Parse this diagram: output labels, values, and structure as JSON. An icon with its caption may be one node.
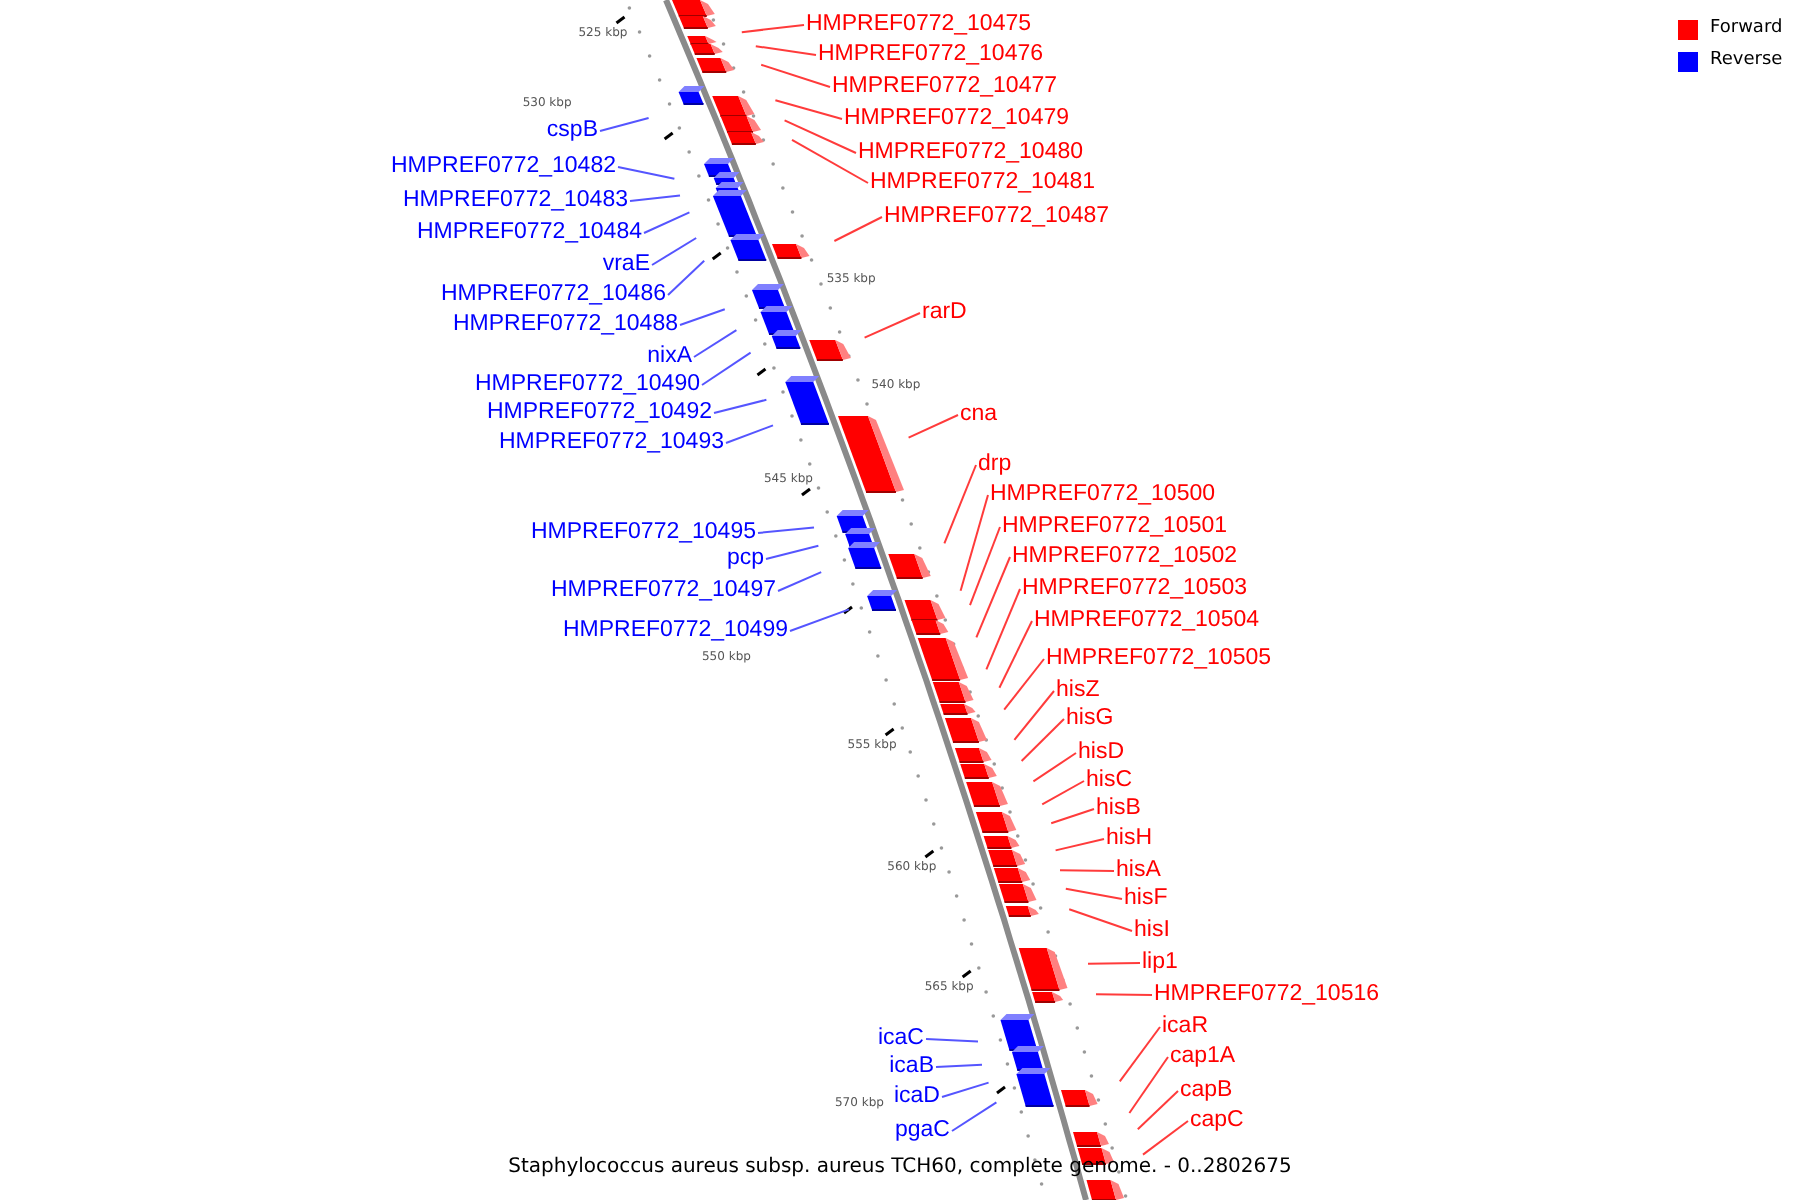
{
  "diagram": {
    "caption": "Staphylococcus aureus subsp. aureus TCH60, complete genome. - 0..2802675",
    "nodes": [
      {
        "text": [
          "HMPREF0772_10475"
        ]
      },
      {
        "text": [
          "HMPREF0772_10476"
        ]
      },
      {
        "text": [
          "HMPREF0772_10477"
        ]
      },
      {
        "text": [
          "HMPREF0772_10479"
        ]
      },
      {
        "text": [
          "HMPREF0772_10480"
        ]
      },
      {
        "text": [
          "HMPREF0772_10481"
        ]
      },
      {
        "text": [
          "HMPREF0772_10487"
        ]
      },
      {
        "text": [
          "rarD"
        ]
      },
      {
        "text": [
          "cna"
        ]
      },
      {
        "text": [
          "drp"
        ]
      },
      {
        "text": [
          "HMPREF0772_10500"
        ]
      },
      {
        "text": [
          "HMPREF0772_10501"
        ]
      },
      {
        "text": [
          "HMPREF0772_10502"
        ]
      },
      {
        "text": [
          "HMPREF0772_10503"
        ]
      },
      {
        "text": [
          "HMPREF0772_10504"
        ]
      },
      {
        "text": [
          "HMPREF0772_10505"
        ]
      },
      {
        "text": [
          "hisZ"
        ]
      },
      {
        "text": [
          "hisG"
        ]
      },
      {
        "text": [
          "hisD"
        ]
      },
      {
        "text": [
          "hisC"
        ]
      },
      {
        "text": [
          "hisB"
        ]
      },
      {
        "text": [
          "hisH"
        ]
      },
      {
        "text": [
          "hisA"
        ]
      },
      {
        "text": [
          "hisF"
        ]
      },
      {
        "text": [
          "hisI"
        ]
      },
      {
        "text": [
          "lip1"
        ]
      },
      {
        "text": [
          "HMPREF0772_10516"
        ]
      },
      {
        "text": [
          "icaR"
        ]
      },
      {
        "text": [
          "cap1A"
        ]
      },
      {
        "text": [
          "capB"
        ]
      },
      {
        "text": [
          "capC"
        ]
      },
      {
        "text": [
          "cspB"
        ]
      },
      {
        "text": [
          "HMPREF0772_10482"
        ]
      },
      {
        "text": [
          "HMPREF0772_10483"
        ]
      },
      {
        "text": [
          "HMPREF0772_10484"
        ]
      },
      {
        "text": [
          "vraE"
        ]
      },
      {
        "text": [
          "HMPREF0772_10486"
        ]
      },
      {
        "text": [
          "HMPREF0772_10488"
        ]
      },
      {
        "text": [
          "nixA"
        ]
      },
      {
        "text": [
          "HMPREF0772_10490"
        ]
      },
      {
        "text": [
          "HMPREF0772_10492"
        ]
      },
      {
        "text": [
          "HMPREF0772_10493"
        ]
      },
      {
        "text": [
          "HMPREF0772_10495"
        ]
      },
      {
        "text": [
          "pcp"
        ]
      },
      {
        "text": [
          "HMPREF0772_10497"
        ]
      },
      {
        "text": [
          "HMPREF0772_10499"
        ]
      },
      {
        "text": [
          "icaC"
        ]
      },
      {
        "text": [
          "icaB"
        ]
      },
      {
        "text": [
          "icaD"
        ]
      },
      {
        "text": [
          "pgaC"
        ]
      }
    ],
    "edges": [
      {
        "from": 0,
        "to": null,
        "arrow": "none"
      },
      {
        "from": 1,
        "to": null,
        "arrow": "none"
      },
      {
        "from": 2,
        "to": null,
        "arrow": "none"
      },
      {
        "from": 3,
        "to": null,
        "arrow": "none"
      },
      {
        "from": 4,
        "to": null,
        "arrow": "none"
      },
      {
        "from": 5,
        "to": null,
        "arrow": "none"
      },
      {
        "from": 6,
        "to": null,
        "arrow": "none"
      },
      {
        "from": 7,
        "to": null,
        "arrow": "none"
      },
      {
        "from": 8,
        "to": null,
        "arrow": "none"
      },
      {
        "from": 9,
        "to": null,
        "arrow": "none"
      },
      {
        "from": 10,
        "to": null,
        "arrow": "none"
      },
      {
        "from": 11,
        "to": null,
        "arrow": "none"
      },
      {
        "from": 12,
        "to": null,
        "arrow": "none"
      },
      {
        "from": 13,
        "to": null,
        "arrow": "none"
      },
      {
        "from": 14,
        "to": null,
        "arrow": "none"
      },
      {
        "from": 15,
        "to": null,
        "arrow": "none"
      },
      {
        "from": 16,
        "to": null,
        "arrow": "none"
      },
      {
        "from": 17,
        "to": null,
        "arrow": "none"
      },
      {
        "from": 18,
        "to": null,
        "arrow": "none"
      },
      {
        "from": 19,
        "to": null,
        "arrow": "none"
      },
      {
        "from": 20,
        "to": null,
        "arrow": "none"
      },
      {
        "from": 21,
        "to": null,
        "arrow": "none"
      },
      {
        "from": 22,
        "to": null,
        "arrow": "none"
      },
      {
        "from": 23,
        "to": null,
        "arrow": "none"
      },
      {
        "from": 24,
        "to": null,
        "arrow": "none"
      },
      {
        "from": 25,
        "to": null,
        "arrow": "none"
      },
      {
        "from": 26,
        "to": null,
        "arrow": "none"
      },
      {
        "from": 27,
        "to": null,
        "arrow": "none"
      },
      {
        "from": 28,
        "to": null,
        "arrow": "none"
      },
      {
        "from": 29,
        "to": null,
        "arrow": "none"
      },
      {
        "from": 30,
        "to": null,
        "arrow": "none"
      },
      {
        "from": 31,
        "to": null,
        "arrow": "none",
        "color": "#5555ff"
      },
      {
        "from": 32,
        "to": null,
        "arrow": "none",
        "color": "#5555ff"
      },
      {
        "from": 33,
        "to": null,
        "arrow": "none",
        "color": "#5555ff"
      },
      {
        "from": 34,
        "to": null,
        "arrow": "none",
        "color": "#5555ff"
      },
      {
        "from": 35,
        "to": null,
        "arrow": "none",
        "color": "#5555ff"
      },
      {
        "from": 36,
        "to": null,
        "arrow": "none",
        "color": "#5555ff"
      },
      {
        "from": 37,
        "to": null,
        "arrow": "none",
        "color": "#5555ff"
      },
      {
        "from": 38,
        "to": null,
        "arrow": "none",
        "color": "#5555ff"
      },
      {
        "from": 39,
        "to": null,
        "arrow": "none",
        "color": "#5555ff"
      },
      {
        "from": 40,
        "to": null,
        "arrow": "none",
        "color": "#5555ff"
      },
      {
        "from": 41,
        "to": null,
        "arrow": "none",
        "color": "#5555ff"
      },
      {
        "from": 42,
        "to": null,
        "arrow": "none",
        "color": "#5555ff"
      },
      {
        "from": 43,
        "to": null,
        "arrow": "none",
        "color": "#5555ff"
      },
      {
        "from": 44,
        "to": null,
        "arrow": "none",
        "color": "#5555ff"
      },
      {
        "from": 45,
        "to": null,
        "arrow": "none",
        "color": "#5555ff"
      },
      {
        "from": 46,
        "to": null,
        "arrow": "none",
        "color": "#5555ff"
      },
      {
        "from": 47,
        "to": null,
        "arrow": "none",
        "color": "#5555ff"
      },
      {
        "from": 48,
        "to": null,
        "arrow": "none",
        "color": "#5555ff"
      },
      {
        "from": 49,
        "to": null,
        "arrow": "none",
        "color": "#5555ff"
      }
    ],
    "labels": [
      "525 kbp",
      "530 kbp",
      "535 kbp",
      "540 kbp",
      "545 kbp",
      "550 kbp",
      "555 kbp",
      "560 kbp",
      "565 kbp",
      "570 kbp"
    ],
    "legend": [
      {
        "text": "Forward",
        "color": "#ff0000"
      },
      {
        "text": "Reverse",
        "color": "#0000ff"
      }
    ]
  }
}
